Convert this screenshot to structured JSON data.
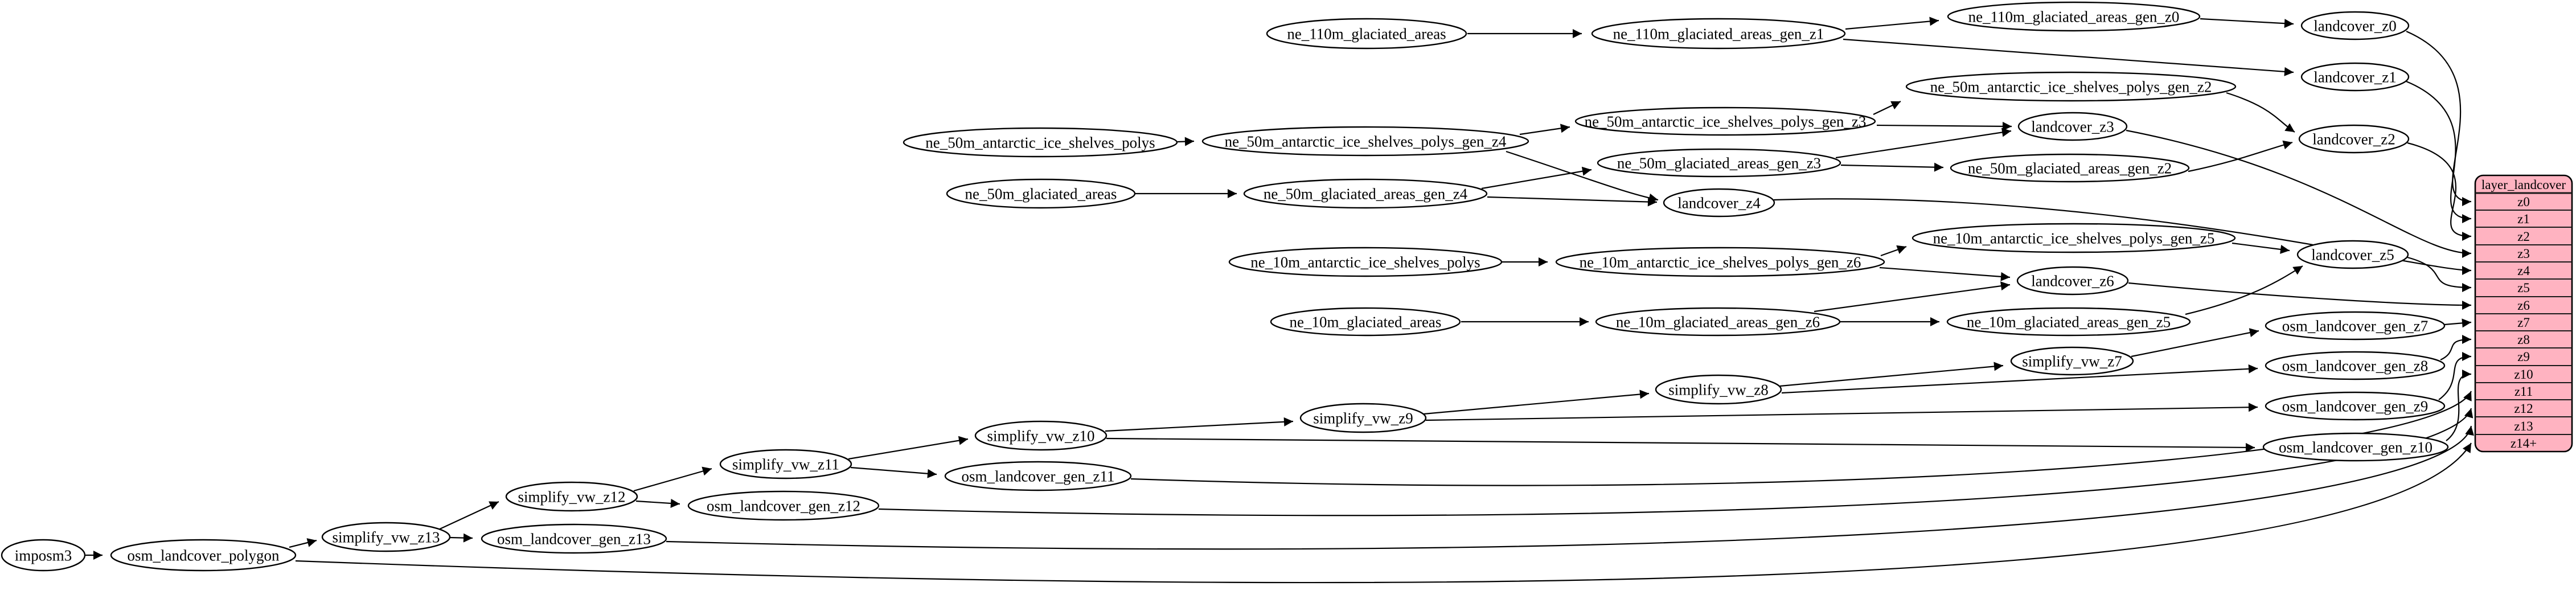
{
  "colors": {
    "background": "#ffffff",
    "node_fill": "#ffffff",
    "node_stroke": "#000000",
    "edge_stroke": "#000000",
    "table_fill": "#ffb3c1",
    "table_stroke": "#000000"
  },
  "nodes": {
    "imposm3": "imposm3",
    "osm_landcover_polygon": "osm_landcover_polygon",
    "simplify_vw_z13": "simplify_vw_z13",
    "osm_landcover_gen_z13": "osm_landcover_gen_z13",
    "simplify_vw_z12": "simplify_vw_z12",
    "osm_landcover_gen_z12": "osm_landcover_gen_z12",
    "simplify_vw_z11": "simplify_vw_z11",
    "osm_landcover_gen_z11": "osm_landcover_gen_z11",
    "simplify_vw_z10": "simplify_vw_z10",
    "osm_landcover_gen_z10": "osm_landcover_gen_z10",
    "simplify_vw_z9": "simplify_vw_z9",
    "osm_landcover_gen_z9": "osm_landcover_gen_z9",
    "simplify_vw_z8": "simplify_vw_z8",
    "osm_landcover_gen_z8": "osm_landcover_gen_z8",
    "simplify_vw_z7": "simplify_vw_z7",
    "osm_landcover_gen_z7": "osm_landcover_gen_z7",
    "ne_10m_glaciated_areas": "ne_10m_glaciated_areas",
    "ne_10m_glaciated_areas_gen_z6": "ne_10m_glaciated_areas_gen_z6",
    "ne_10m_glaciated_areas_gen_z5": "ne_10m_glaciated_areas_gen_z5",
    "ne_10m_antarctic_ice_shelves_polys": "ne_10m_antarctic_ice_shelves_polys",
    "ne_10m_antarctic_ice_shelves_polys_gen_z6": "ne_10m_antarctic_ice_shelves_polys_gen_z6",
    "ne_10m_antarctic_ice_shelves_polys_gen_z5": "ne_10m_antarctic_ice_shelves_polys_gen_z5",
    "landcover_z6": "landcover_z6",
    "landcover_z5": "landcover_z5",
    "ne_50m_glaciated_areas": "ne_50m_glaciated_areas",
    "ne_50m_glaciated_areas_gen_z4": "ne_50m_glaciated_areas_gen_z4",
    "ne_50m_glaciated_areas_gen_z3": "ne_50m_glaciated_areas_gen_z3",
    "ne_50m_glaciated_areas_gen_z2": "ne_50m_glaciated_areas_gen_z2",
    "landcover_z4": "landcover_z4",
    "ne_50m_antarctic_ice_shelves_polys": "ne_50m_antarctic_ice_shelves_polys",
    "ne_50m_antarctic_ice_shelves_polys_gen_z4": "ne_50m_antarctic_ice_shelves_polys_gen_z4",
    "ne_50m_antarctic_ice_shelves_polys_gen_z3": "ne_50m_antarctic_ice_shelves_polys_gen_z3",
    "ne_50m_antarctic_ice_shelves_polys_gen_z2": "ne_50m_antarctic_ice_shelves_polys_gen_z2",
    "landcover_z3": "landcover_z3",
    "landcover_z2": "landcover_z2",
    "ne_110m_glaciated_areas": "ne_110m_glaciated_areas",
    "ne_110m_glaciated_areas_gen_z1": "ne_110m_glaciated_areas_gen_z1",
    "ne_110m_glaciated_areas_gen_z0": "ne_110m_glaciated_areas_gen_z0",
    "landcover_z0": "landcover_z0",
    "landcover_z1": "landcover_z1"
  },
  "layer": {
    "title": "layer_landcover",
    "rows": [
      "z0",
      "z1",
      "z2",
      "z3",
      "z4",
      "z5",
      "z6",
      "z7",
      "z8",
      "z9",
      "z10",
      "z11",
      "z12",
      "z13",
      "z14+"
    ]
  },
  "edges": [
    {
      "from": "ne_110m_glaciated_areas",
      "to": "ne_110m_glaciated_areas_gen_z1"
    },
    {
      "from": "ne_110m_glaciated_areas_gen_z1",
      "to": "ne_110m_glaciated_areas_gen_z0"
    },
    {
      "from": "ne_110m_glaciated_areas_gen_z1",
      "to": "landcover_z1"
    },
    {
      "from": "ne_110m_glaciated_areas_gen_z0",
      "to": "landcover_z0"
    },
    {
      "from": "landcover_z0",
      "to": "layer_landcover:z0"
    },
    {
      "from": "landcover_z1",
      "to": "layer_landcover:z1"
    },
    {
      "from": "ne_50m_antarctic_ice_shelves_polys",
      "to": "ne_50m_antarctic_ice_shelves_polys_gen_z4"
    },
    {
      "from": "ne_50m_antarctic_ice_shelves_polys_gen_z4",
      "to": "ne_50m_antarctic_ice_shelves_polys_gen_z3"
    },
    {
      "from": "ne_50m_antarctic_ice_shelves_polys_gen_z4",
      "to": "landcover_z4"
    },
    {
      "from": "ne_50m_antarctic_ice_shelves_polys_gen_z3",
      "to": "ne_50m_antarctic_ice_shelves_polys_gen_z2"
    },
    {
      "from": "ne_50m_antarctic_ice_shelves_polys_gen_z3",
      "to": "landcover_z3"
    },
    {
      "from": "ne_50m_antarctic_ice_shelves_polys_gen_z2",
      "to": "landcover_z2"
    },
    {
      "from": "ne_50m_glaciated_areas",
      "to": "ne_50m_glaciated_areas_gen_z4"
    },
    {
      "from": "ne_50m_glaciated_areas_gen_z4",
      "to": "ne_50m_glaciated_areas_gen_z3"
    },
    {
      "from": "ne_50m_glaciated_areas_gen_z4",
      "to": "landcover_z4"
    },
    {
      "from": "ne_50m_glaciated_areas_gen_z3",
      "to": "ne_50m_glaciated_areas_gen_z2"
    },
    {
      "from": "ne_50m_glaciated_areas_gen_z3",
      "to": "landcover_z3"
    },
    {
      "from": "ne_50m_glaciated_areas_gen_z2",
      "to": "landcover_z2"
    },
    {
      "from": "landcover_z2",
      "to": "layer_landcover:z2"
    },
    {
      "from": "landcover_z3",
      "to": "layer_landcover:z3"
    },
    {
      "from": "landcover_z4",
      "to": "layer_landcover:z4"
    },
    {
      "from": "ne_10m_antarctic_ice_shelves_polys",
      "to": "ne_10m_antarctic_ice_shelves_polys_gen_z6"
    },
    {
      "from": "ne_10m_antarctic_ice_shelves_polys_gen_z6",
      "to": "ne_10m_antarctic_ice_shelves_polys_gen_z5"
    },
    {
      "from": "ne_10m_antarctic_ice_shelves_polys_gen_z6",
      "to": "landcover_z6"
    },
    {
      "from": "ne_10m_antarctic_ice_shelves_polys_gen_z5",
      "to": "landcover_z5"
    },
    {
      "from": "ne_10m_glaciated_areas",
      "to": "ne_10m_glaciated_areas_gen_z6"
    },
    {
      "from": "ne_10m_glaciated_areas_gen_z6",
      "to": "ne_10m_glaciated_areas_gen_z5"
    },
    {
      "from": "ne_10m_glaciated_areas_gen_z6",
      "to": "landcover_z6"
    },
    {
      "from": "ne_10m_glaciated_areas_gen_z5",
      "to": "landcover_z5"
    },
    {
      "from": "landcover_z5",
      "to": "layer_landcover:z5"
    },
    {
      "from": "landcover_z6",
      "to": "layer_landcover:z6"
    },
    {
      "from": "imposm3",
      "to": "osm_landcover_polygon"
    },
    {
      "from": "osm_landcover_polygon",
      "to": "simplify_vw_z13"
    },
    {
      "from": "osm_landcover_polygon",
      "to": "layer_landcover:z14+"
    },
    {
      "from": "simplify_vw_z13",
      "to": "simplify_vw_z12"
    },
    {
      "from": "simplify_vw_z13",
      "to": "osm_landcover_gen_z13"
    },
    {
      "from": "osm_landcover_gen_z13",
      "to": "layer_landcover:z13"
    },
    {
      "from": "simplify_vw_z12",
      "to": "simplify_vw_z11"
    },
    {
      "from": "simplify_vw_z12",
      "to": "osm_landcover_gen_z12"
    },
    {
      "from": "osm_landcover_gen_z12",
      "to": "layer_landcover:z12"
    },
    {
      "from": "simplify_vw_z11",
      "to": "simplify_vw_z10"
    },
    {
      "from": "simplify_vw_z11",
      "to": "osm_landcover_gen_z11"
    },
    {
      "from": "osm_landcover_gen_z11",
      "to": "layer_landcover:z11"
    },
    {
      "from": "simplify_vw_z10",
      "to": "simplify_vw_z9"
    },
    {
      "from": "simplify_vw_z10",
      "to": "osm_landcover_gen_z10"
    },
    {
      "from": "osm_landcover_gen_z10",
      "to": "layer_landcover:z10"
    },
    {
      "from": "simplify_vw_z9",
      "to": "simplify_vw_z8"
    },
    {
      "from": "simplify_vw_z9",
      "to": "osm_landcover_gen_z9"
    },
    {
      "from": "osm_landcover_gen_z9",
      "to": "layer_landcover:z9"
    },
    {
      "from": "simplify_vw_z8",
      "to": "simplify_vw_z7"
    },
    {
      "from": "simplify_vw_z8",
      "to": "osm_landcover_gen_z8"
    },
    {
      "from": "osm_landcover_gen_z8",
      "to": "layer_landcover:z8"
    },
    {
      "from": "simplify_vw_z7",
      "to": "osm_landcover_gen_z7"
    },
    {
      "from": "osm_landcover_gen_z7",
      "to": "layer_landcover:z7"
    }
  ]
}
